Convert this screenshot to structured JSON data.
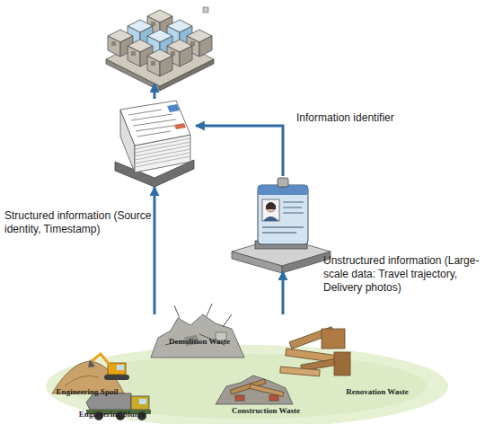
{
  "diagram": {
    "nodes": [
      {
        "text": []
      },
      {
        "text": []
      },
      {
        "text": []
      },
      {
        "text": [
          "Engineering Spoil",
          "Demolition Waste",
          "Renovation Waste",
          "Engineering Slurry",
          "Construction Waste"
        ]
      }
    ],
    "edges": [
      {
        "from": 3,
        "to": 1,
        "arrow": "to",
        "label": "Structured information (Source identity, Timestamp)"
      },
      {
        "from": 3,
        "to": 2,
        "arrow": "to",
        "label": "Unstructured information (Large-scale data: Travel trajectory, Delivery photos)"
      },
      {
        "from": 2,
        "to": 1,
        "arrow": "to",
        "label": "Information identifier"
      },
      {
        "from": 1,
        "to": 0,
        "arrow": "to"
      }
    ]
  }
}
